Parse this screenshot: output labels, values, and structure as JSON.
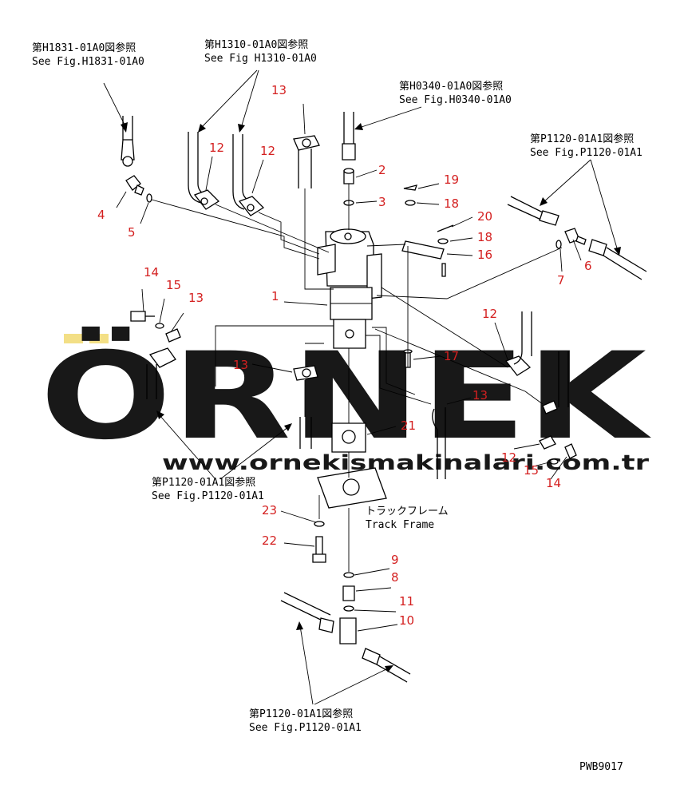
{
  "references": {
    "h1831": {
      "jp": "第H1831-01A0図参照",
      "en": "See Fig.H1831-01A0"
    },
    "h1310": {
      "jp": "第H1310-01A0図参照",
      "en": "See Fig H1310-01A0"
    },
    "h0340": {
      "jp": "第H0340-01A0図参照",
      "en": "See Fig.H0340-01A0"
    },
    "p1120_right": {
      "jp": "第P1120-01A1図参照",
      "en": "See Fig.P1120-01A1"
    },
    "p1120_left": {
      "jp": "第P1120-01A1図参照",
      "en": "See Fig.P1120-01A1"
    },
    "p1120_bottom": {
      "jp": "第P1120-01A1図参照",
      "en": "See Fig.P1120-01A1"
    }
  },
  "track_frame": {
    "jp": "トラックフレーム",
    "en": "Track Frame"
  },
  "drawing_code": "PWB9017",
  "watermark": {
    "brand": "ÖRNEK",
    "url": "www.ornekismakinalari.com.tr"
  },
  "part_numbers": {
    "n1": "1",
    "n2": "2",
    "n3": "3",
    "n4": "4",
    "n5": "5",
    "n6": "6",
    "n7": "7",
    "n8": "8",
    "n9": "9",
    "n10": "10",
    "n11": "11",
    "n12a": "12",
    "n12b": "12",
    "n12c": "12",
    "n12d": "12",
    "n13a": "13",
    "n13b": "13",
    "n13c": "13",
    "n13d": "13",
    "n14a": "14",
    "n14b": "14",
    "n15a": "15",
    "n15b": "15",
    "n16": "16",
    "n17": "17",
    "n18a": "18",
    "n18b": "18",
    "n19": "19",
    "n20": "20",
    "n21": "21",
    "n22": "22",
    "n23": "23"
  },
  "colors": {
    "callout": "#d42020",
    "watermark": "#c8c8c8",
    "watermark_accent": "#f2dc7a",
    "line": "#000000"
  }
}
